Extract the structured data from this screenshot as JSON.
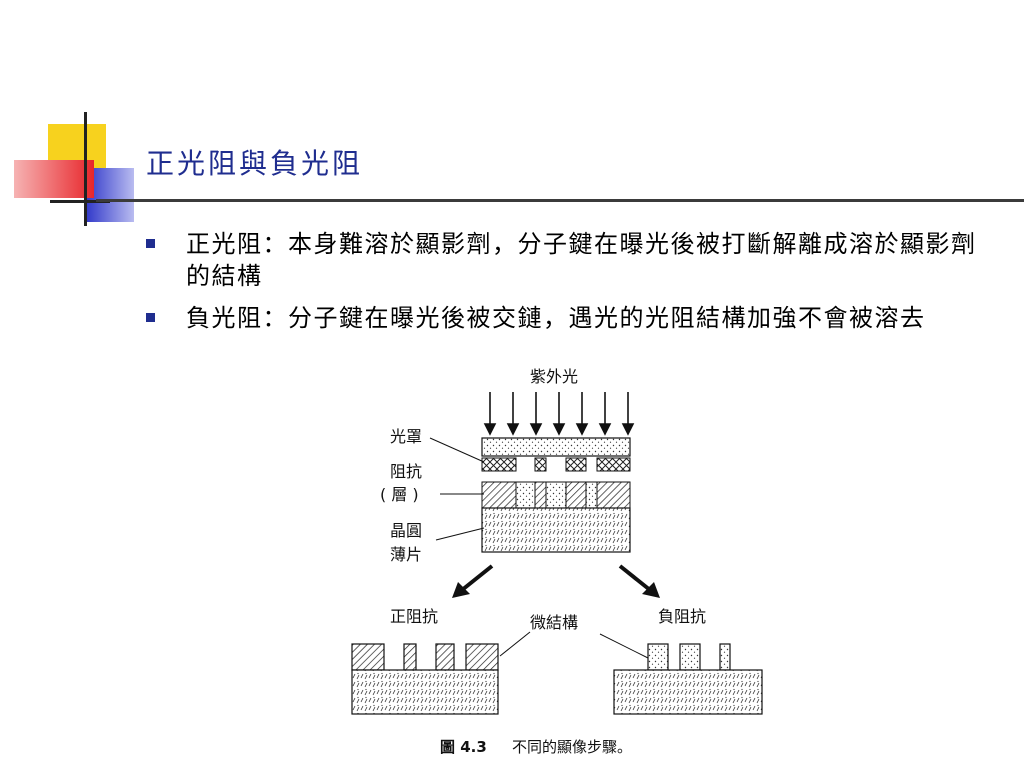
{
  "slide": {
    "title": "正光阻與負光阻",
    "bullets": [
      {
        "text": "正光阻：本身難溶於顯影劑，分子鍵在曝光後被打斷解離成溶於顯影劑的結構"
      },
      {
        "text": "負光阻：分子鍵在曝光後被交鏈，遇光的光阻結構加強不會被溶去"
      }
    ],
    "accent_color": "#1f2d8f"
  },
  "figure": {
    "uv_label": "紫外光",
    "mask_label": "光罩",
    "resist_label": "阻抗",
    "layer_label": "( 層 )",
    "wafer_label_1": "晶圓",
    "wafer_label_2": "薄片",
    "positive_label": "正阻抗",
    "micro_label": "微結構",
    "negative_label": "負阻抗",
    "caption_num": "圖 4.3",
    "caption_text": "不同的顯像步驟。"
  }
}
